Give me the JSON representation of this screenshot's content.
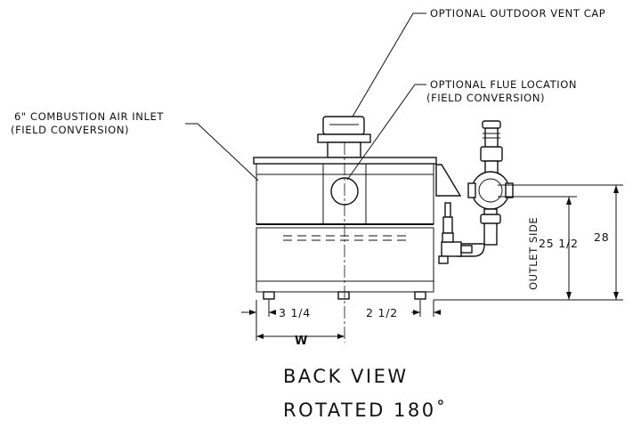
{
  "labels": {
    "vent_cap": "OPTIONAL OUTDOOR VENT CAP",
    "flue_line1": "OPTIONAL FLUE LOCATION",
    "flue_line2": "(FIELD CONVERSION)",
    "inlet_line1": "6\" COMBUSTION AIR INLET",
    "inlet_line2": "(FIELD CONVERSION)",
    "outlet_side": "OUTLET SIDE"
  },
  "dimensions": {
    "left_offset": "3 1/4",
    "right_offset": "2 1/2",
    "width": "W",
    "height_inner": "25 1/2",
    "height_total": "28"
  },
  "title": {
    "line1": "BACK VIEW",
    "line2": "ROTATED 180˚"
  }
}
